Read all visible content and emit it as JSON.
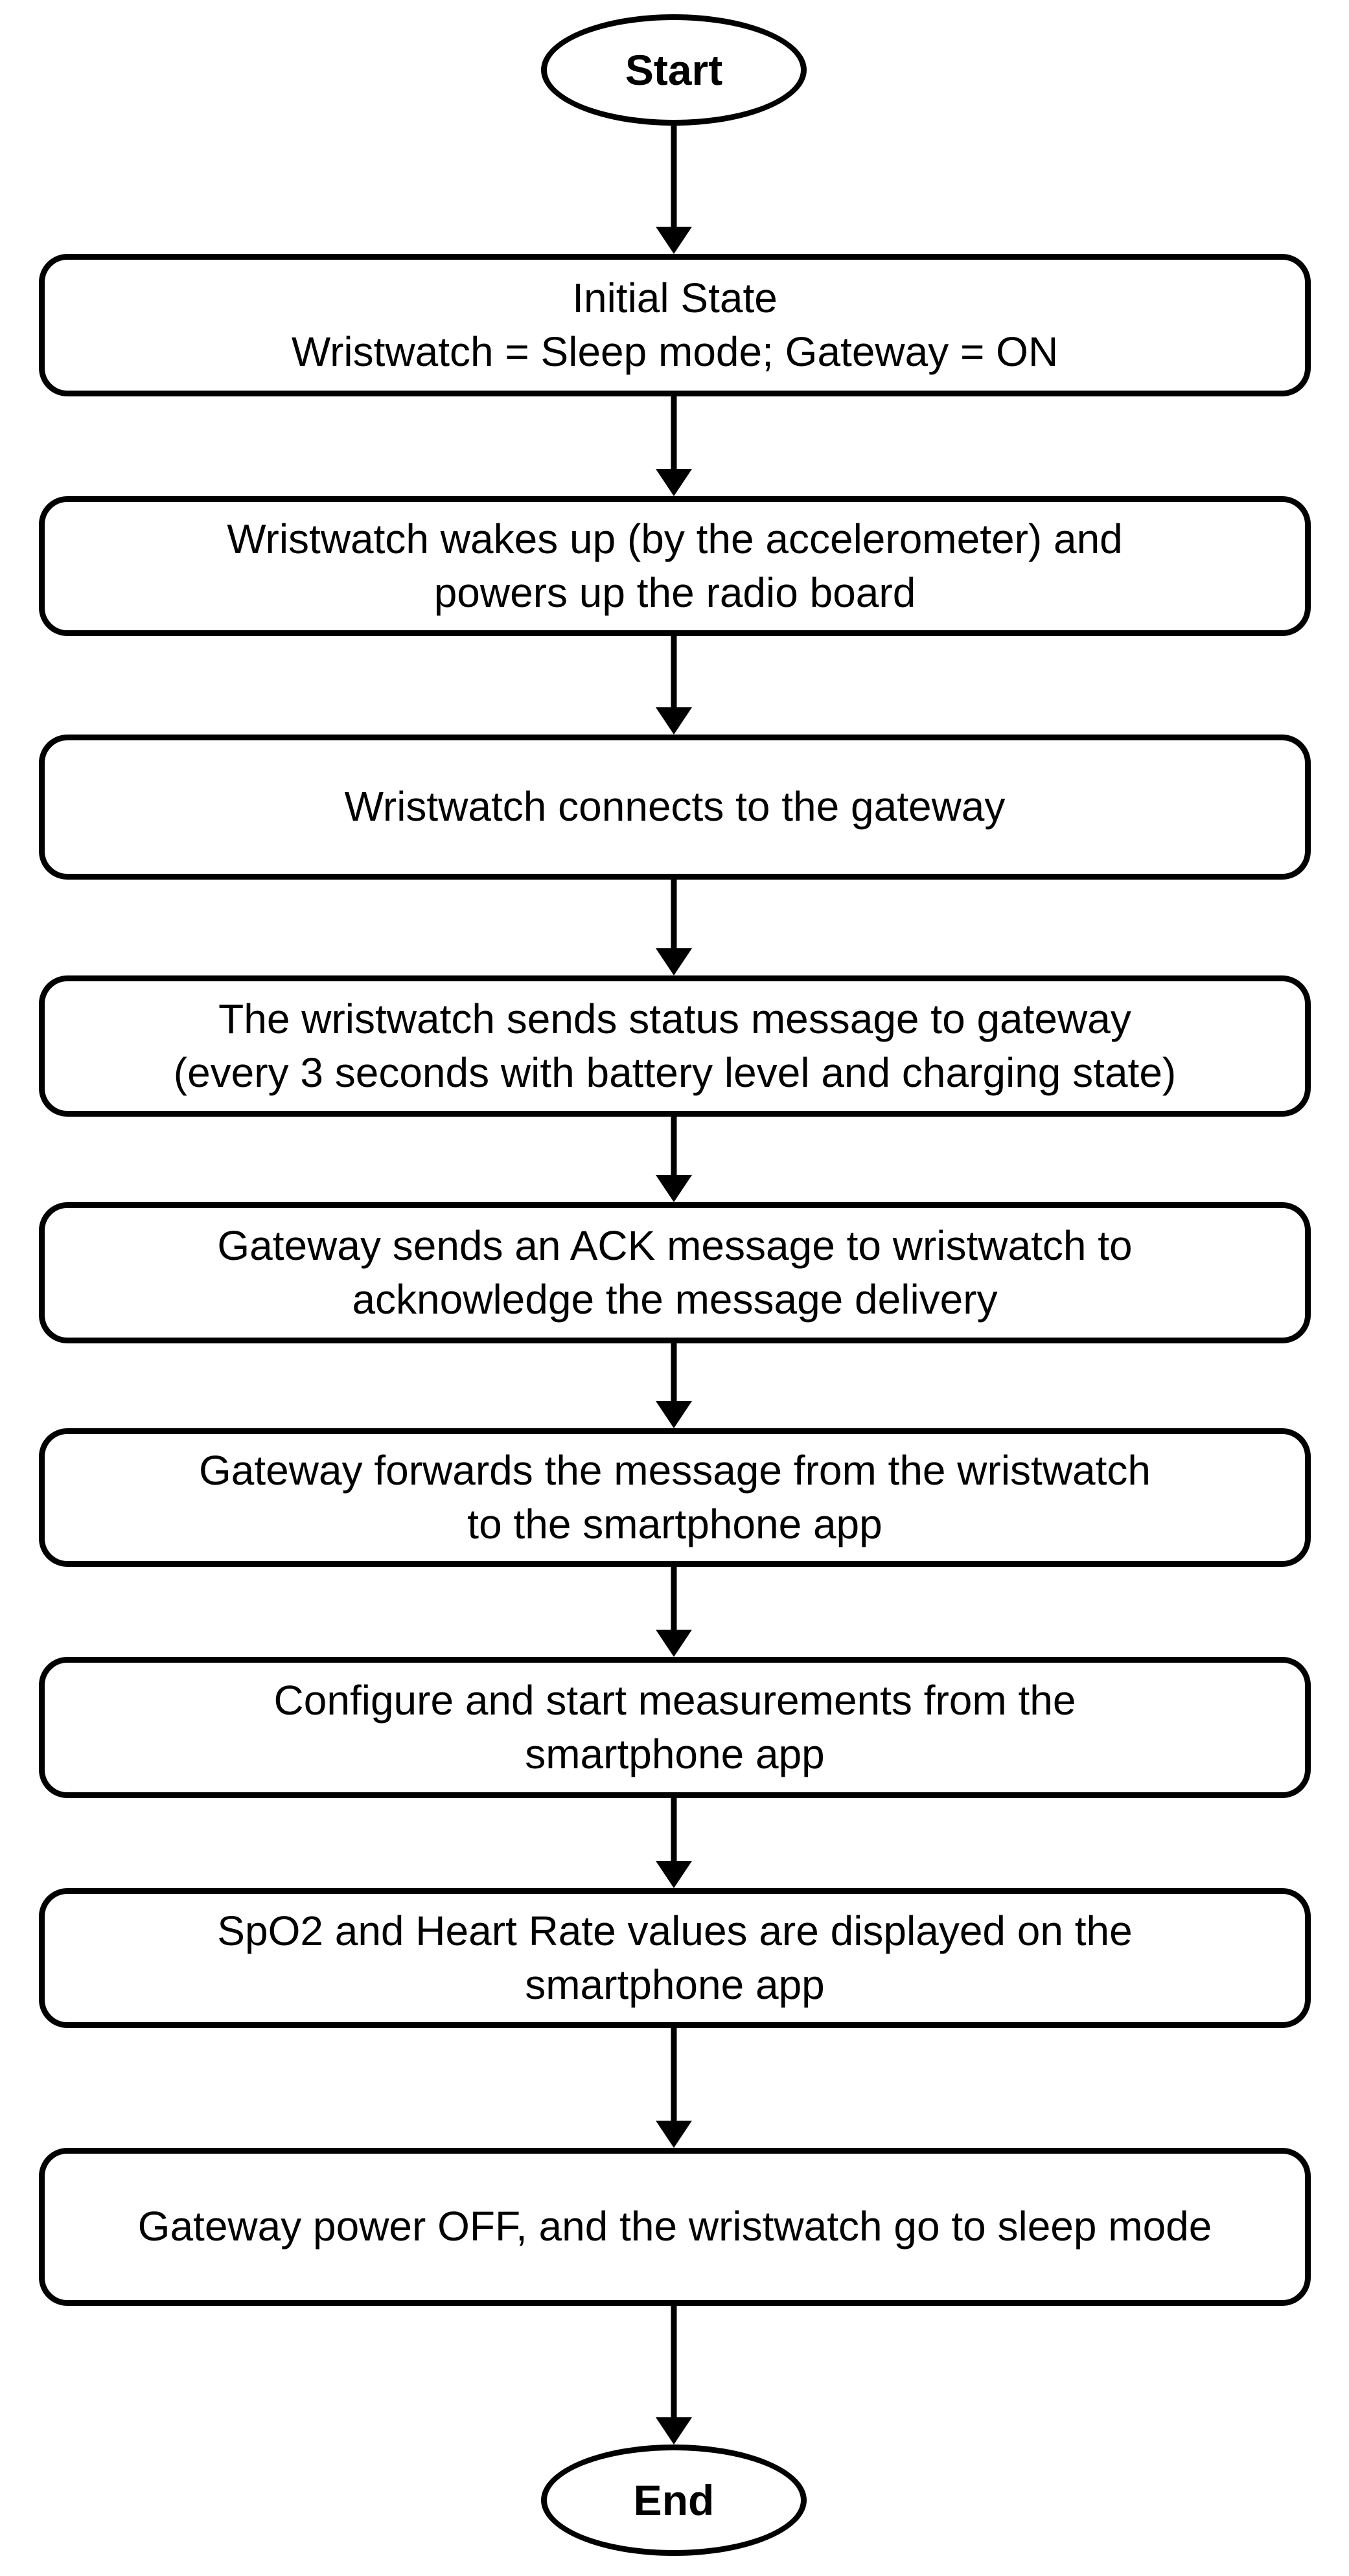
{
  "diagram": {
    "type": "flowchart",
    "colors": {
      "stroke": "#000000",
      "fill": "#ffffff",
      "text": "#000000"
    },
    "start": {
      "label": "Start"
    },
    "end": {
      "label": "End"
    },
    "steps": [
      {
        "lines": [
          "Initial State",
          "Wristwatch = Sleep mode; Gateway = ON"
        ]
      },
      {
        "lines": [
          "Wristwatch wakes up (by the accelerometer) and",
          "powers up the radio board"
        ]
      },
      {
        "lines": [
          "Wristwatch connects to the gateway"
        ]
      },
      {
        "lines": [
          "The wristwatch sends status message to gateway",
          "(every 3 seconds with battery level and charging state)"
        ]
      },
      {
        "lines": [
          "Gateway sends an ACK message to wristwatch to",
          "acknowledge the message delivery"
        ]
      },
      {
        "lines": [
          "Gateway forwards the message from the wristwatch",
          "to the smartphone app"
        ]
      },
      {
        "lines": [
          "Configure and start measurements from the",
          "smartphone app"
        ]
      },
      {
        "lines": [
          "SpO2 and Heart Rate values are displayed on the",
          "smartphone app"
        ]
      },
      {
        "lines": [
          "Gateway power OFF, and the wristwatch go to sleep mode"
        ]
      }
    ]
  }
}
